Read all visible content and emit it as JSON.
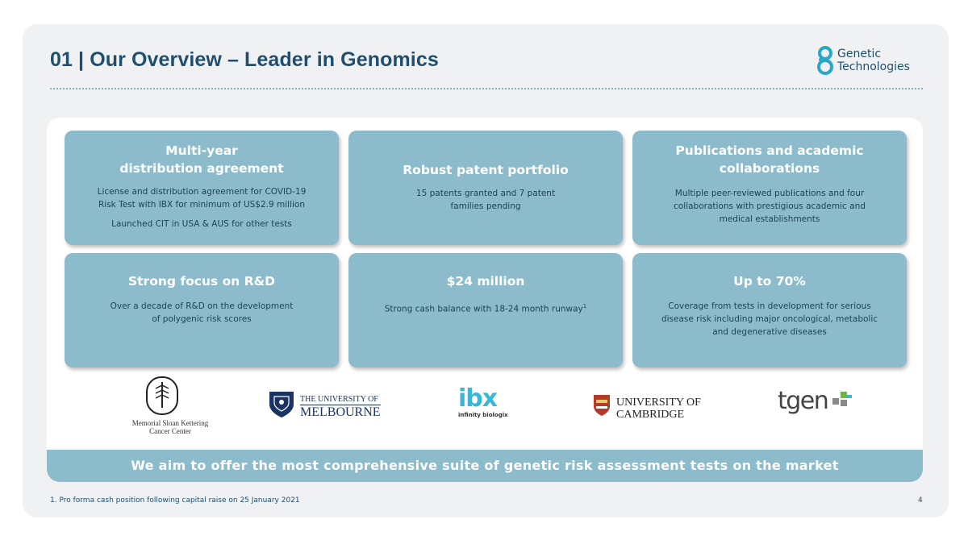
{
  "title": "01 | Our Overview – Leader in Genomics",
  "logo": {
    "line1": "Genetic",
    "line2": "Technologies",
    "brand_color": "#2aa6c9"
  },
  "cards": [
    {
      "heading": [
        "Multi-year",
        "distribution agreement"
      ],
      "body": [
        "License and distribution agreement for COVID-19",
        "Risk Test with IBX for minimum of US$2.9 million"
      ],
      "body2": [
        "Launched CIT in USA & AUS for other tests"
      ]
    },
    {
      "heading": [
        "Robust patent portfolio"
      ],
      "body": [
        "15 patents granted and 7 patent",
        "families pending"
      ]
    },
    {
      "heading": [
        "Publications and academic",
        "collaborations"
      ],
      "body": [
        "Multiple peer-reviewed publications and four",
        "collaborations with prestigious academic and",
        "medical establishments"
      ]
    },
    {
      "heading": [
        "Strong focus on R&D"
      ],
      "body": [
        "Over a decade of R&D on the development",
        "of polygenic risk scores"
      ]
    },
    {
      "heading": [
        "$24 million"
      ],
      "body": [
        "Strong cash balance with 18-24 month runway"
      ],
      "sup": "1"
    },
    {
      "heading": [
        "Up to 70%"
      ],
      "body": [
        "Coverage from tests in development for serious",
        "disease risk including major oncological, metabolic",
        "and degenerative diseases"
      ]
    }
  ],
  "partners": {
    "msk": [
      "Memorial Sloan Kettering",
      "Cancer Center"
    ],
    "melbourne": [
      "THE UNIVERSITY OF",
      "MELBOURNE"
    ],
    "ibx": [
      "ibx",
      "infinity biologix"
    ],
    "cambridge": [
      "UNIVERSITY OF",
      "CAMBRIDGE"
    ],
    "tgen": "tgen"
  },
  "banner": "We aim to offer the most comprehensive suite of genetic risk assessment tests on the market",
  "footnote": "1. Pro forma cash position following capital raise on 25 January 2021",
  "page_number": "4",
  "colors": {
    "title": "#1f4e6e",
    "card": "#8cbccb",
    "card_text": "#1e4256",
    "slide_bg": "#f0f1f2"
  }
}
